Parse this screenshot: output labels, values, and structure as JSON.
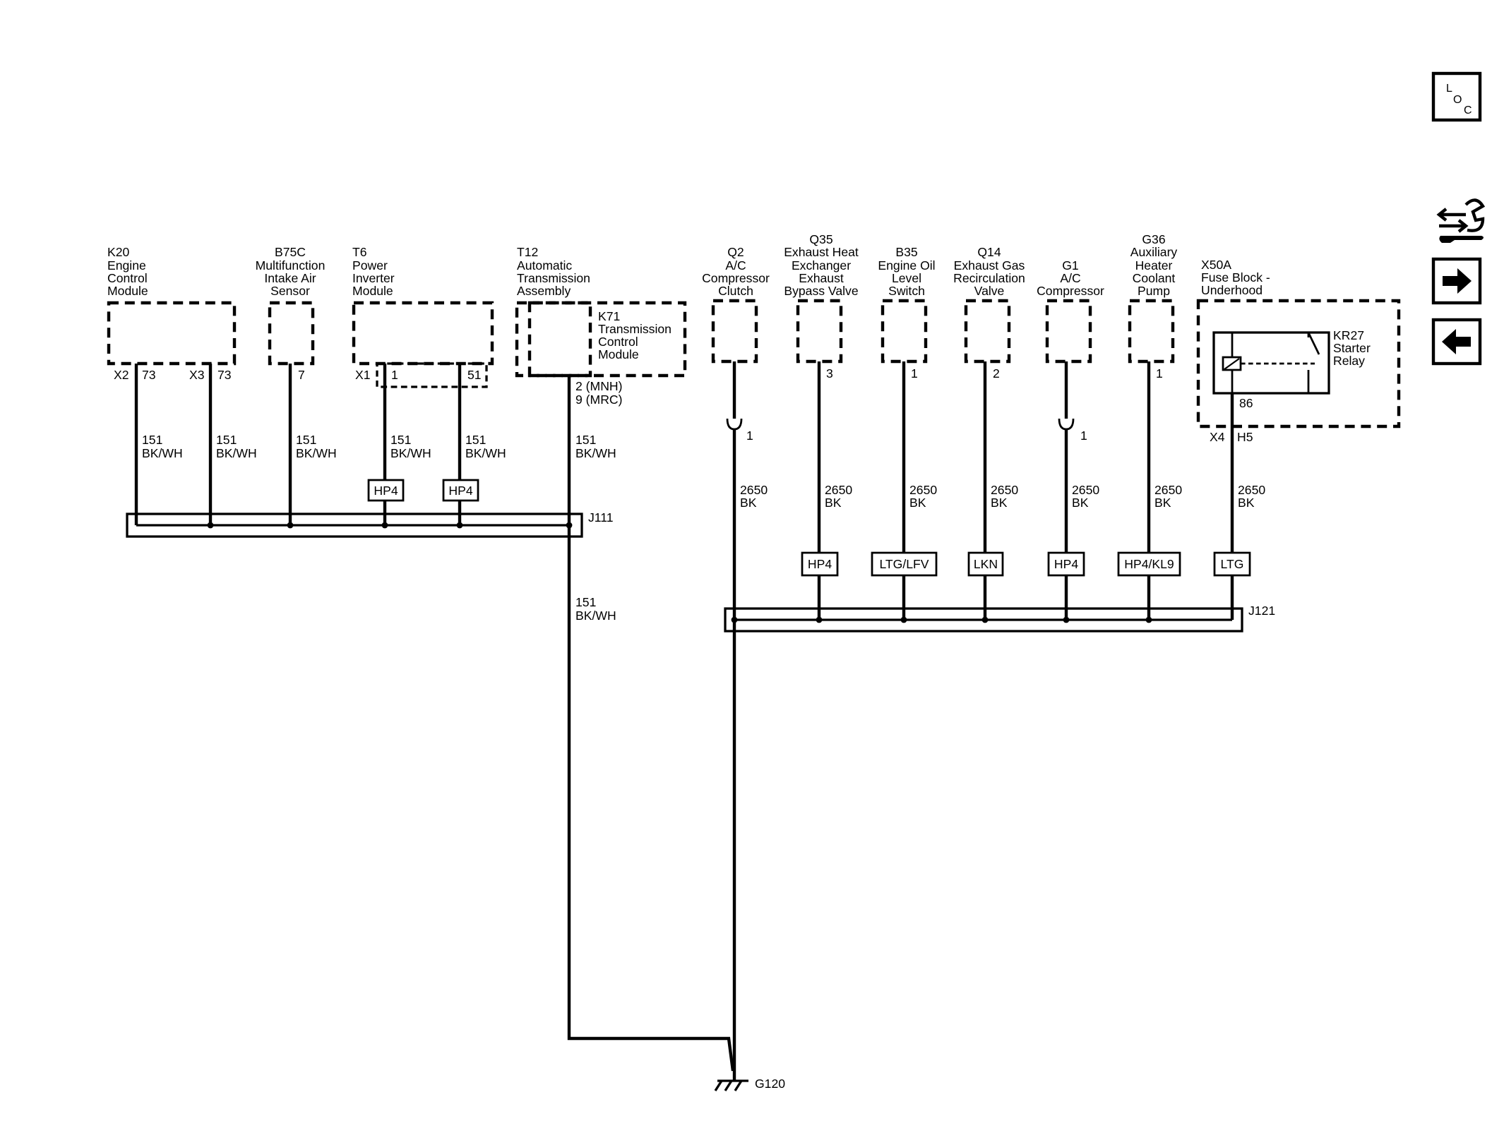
{
  "components": {
    "k20": {
      "lines": [
        "K20",
        "Engine",
        "Control",
        "Module"
      ]
    },
    "b75c": {
      "lines": [
        "B75C",
        "Multifunction",
        "Intake Air",
        "Sensor"
      ]
    },
    "t6": {
      "lines": [
        "T6",
        "Power",
        "Inverter",
        "Module"
      ]
    },
    "t12": {
      "lines": [
        "T12",
        "Automatic",
        "Transmission",
        "Assembly"
      ]
    },
    "k71": {
      "lines": [
        "K71",
        "Transmission",
        "Control",
        "Module"
      ]
    },
    "q2": {
      "lines": [
        "Q2",
        "A/C",
        "Compressor",
        "Clutch"
      ]
    },
    "q35": {
      "lines": [
        "Q35",
        "Exhaust Heat",
        "Exchanger",
        "Exhaust",
        "Bypass Valve"
      ]
    },
    "b35": {
      "lines": [
        "B35",
        "Engine Oil",
        "Level",
        "Switch"
      ]
    },
    "q14": {
      "lines": [
        "Q14",
        "Exhaust Gas",
        "Recirculation",
        "Valve"
      ]
    },
    "g1": {
      "lines": [
        "G1",
        "A/C",
        "Compressor"
      ]
    },
    "g36": {
      "lines": [
        "G36",
        "Auxiliary",
        "Heater",
        "Coolant",
        "Pump"
      ]
    },
    "x50a": {
      "lines": [
        "X50A",
        "Fuse Block -",
        "Underhood"
      ]
    },
    "kr27": {
      "lines": [
        "KR27",
        "Starter",
        "Relay"
      ]
    }
  },
  "pins": {
    "k20_x2": "X2",
    "k20_x2_pin": "73",
    "k20_x3": "X3",
    "k20_x3_pin": "73",
    "b75c_pin": "7",
    "t6_x1": "X1",
    "t6_pin1": "1",
    "t6_pin51": "51",
    "t12_pin_a": "2 (MNH)",
    "t12_pin_b": "9 (MRC)",
    "q2_pin": "1",
    "q35_pin": "3",
    "b35_pin": "1",
    "q14_pin": "2",
    "g1_pin": "1",
    "g36_pin": "1",
    "kr27_pin": "86",
    "x50a_x4": "X4",
    "x50a_h5": "H5"
  },
  "wires": {
    "w151": {
      "circuit": "151",
      "color": "BK/WH"
    },
    "w2650": {
      "circuit": "2650",
      "color": "BK"
    }
  },
  "option_codes": {
    "t6_1": "HP4",
    "t6_51": "HP4",
    "q35": "HP4",
    "b35": "LTG/LFV",
    "q14": "LKN",
    "g1": "HP4",
    "g36": "HP4/KL9",
    "x50a": "LTG"
  },
  "splices": {
    "j111": "J111",
    "j121": "J121"
  },
  "ground": {
    "label": "G120"
  },
  "nav": {
    "loc_letters": [
      "L",
      "O",
      "C"
    ],
    "diagnostic_icon": "wrench-arrows-icon",
    "next_icon": "arrow-right-icon",
    "prev_icon": "arrow-left-icon"
  }
}
